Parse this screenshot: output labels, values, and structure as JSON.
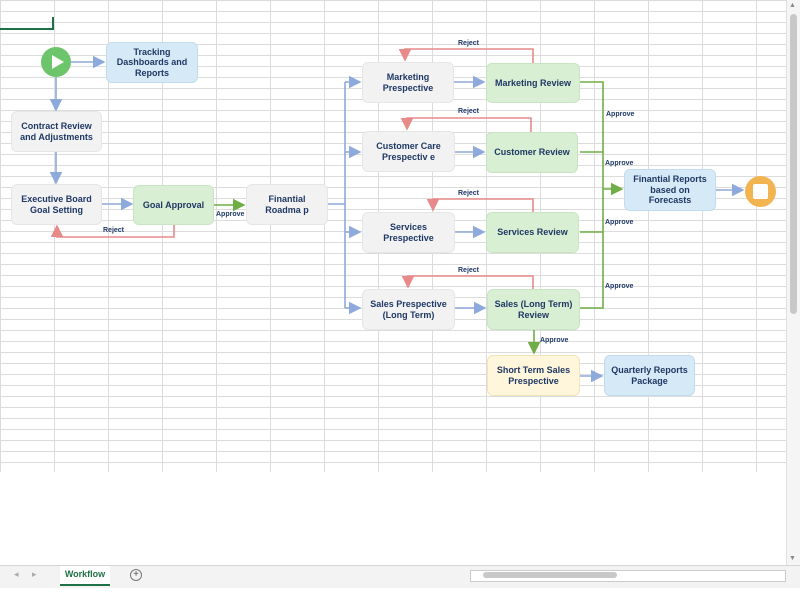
{
  "sheet": {
    "tab_label": "Workflow",
    "add_sheet_glyph": "+",
    "nav_prev": "◂",
    "nav_next": "▸"
  },
  "colors": {
    "blue_edge": "#8ea9db",
    "red_edge": "#e88a8a",
    "green_edge": "#70ad47",
    "start": "#6cc56a",
    "end": "#f2b451",
    "tab_accent": "#1e7145"
  },
  "icons": {
    "start": "play-icon",
    "end": "stop-icon"
  },
  "nodes": {
    "tracking": "Tracking Dashboards and Reports",
    "contract": "Contract Review and Adjustments",
    "exec_board": "Executive Board Goal Setting",
    "goal_approval": "Goal Approval",
    "roadmap": "Finantial Roadma p",
    "marketing_persp": "Marketing Prespective",
    "marketing_review": "Marketing Review",
    "customer_persp": "Customer Care Prespectiv e",
    "customer_review": "Customer Review",
    "services_persp": "Services Prespective",
    "services_review": "Services Review",
    "sales_lt_persp": "Sales Prespective (Long Term)",
    "sales_lt_review": "Sales (Long Term) Review",
    "short_term": "Short Term Sales Prespective",
    "quarterly": "Quarterly Reports Package",
    "fin_reports": "Finantial Reports based on Forecasts"
  },
  "edge_labels": {
    "reject_goal": "Reject",
    "approve_goal": "Approve",
    "reject_marketing": "Reject",
    "reject_customer": "Reject",
    "reject_services": "Reject",
    "reject_sales": "Reject",
    "approve_marketing": "Approve",
    "approve_customer": "Approve",
    "approve_services": "Approve",
    "approve_sales": "Approve",
    "approve_sales_down": "Approve"
  }
}
